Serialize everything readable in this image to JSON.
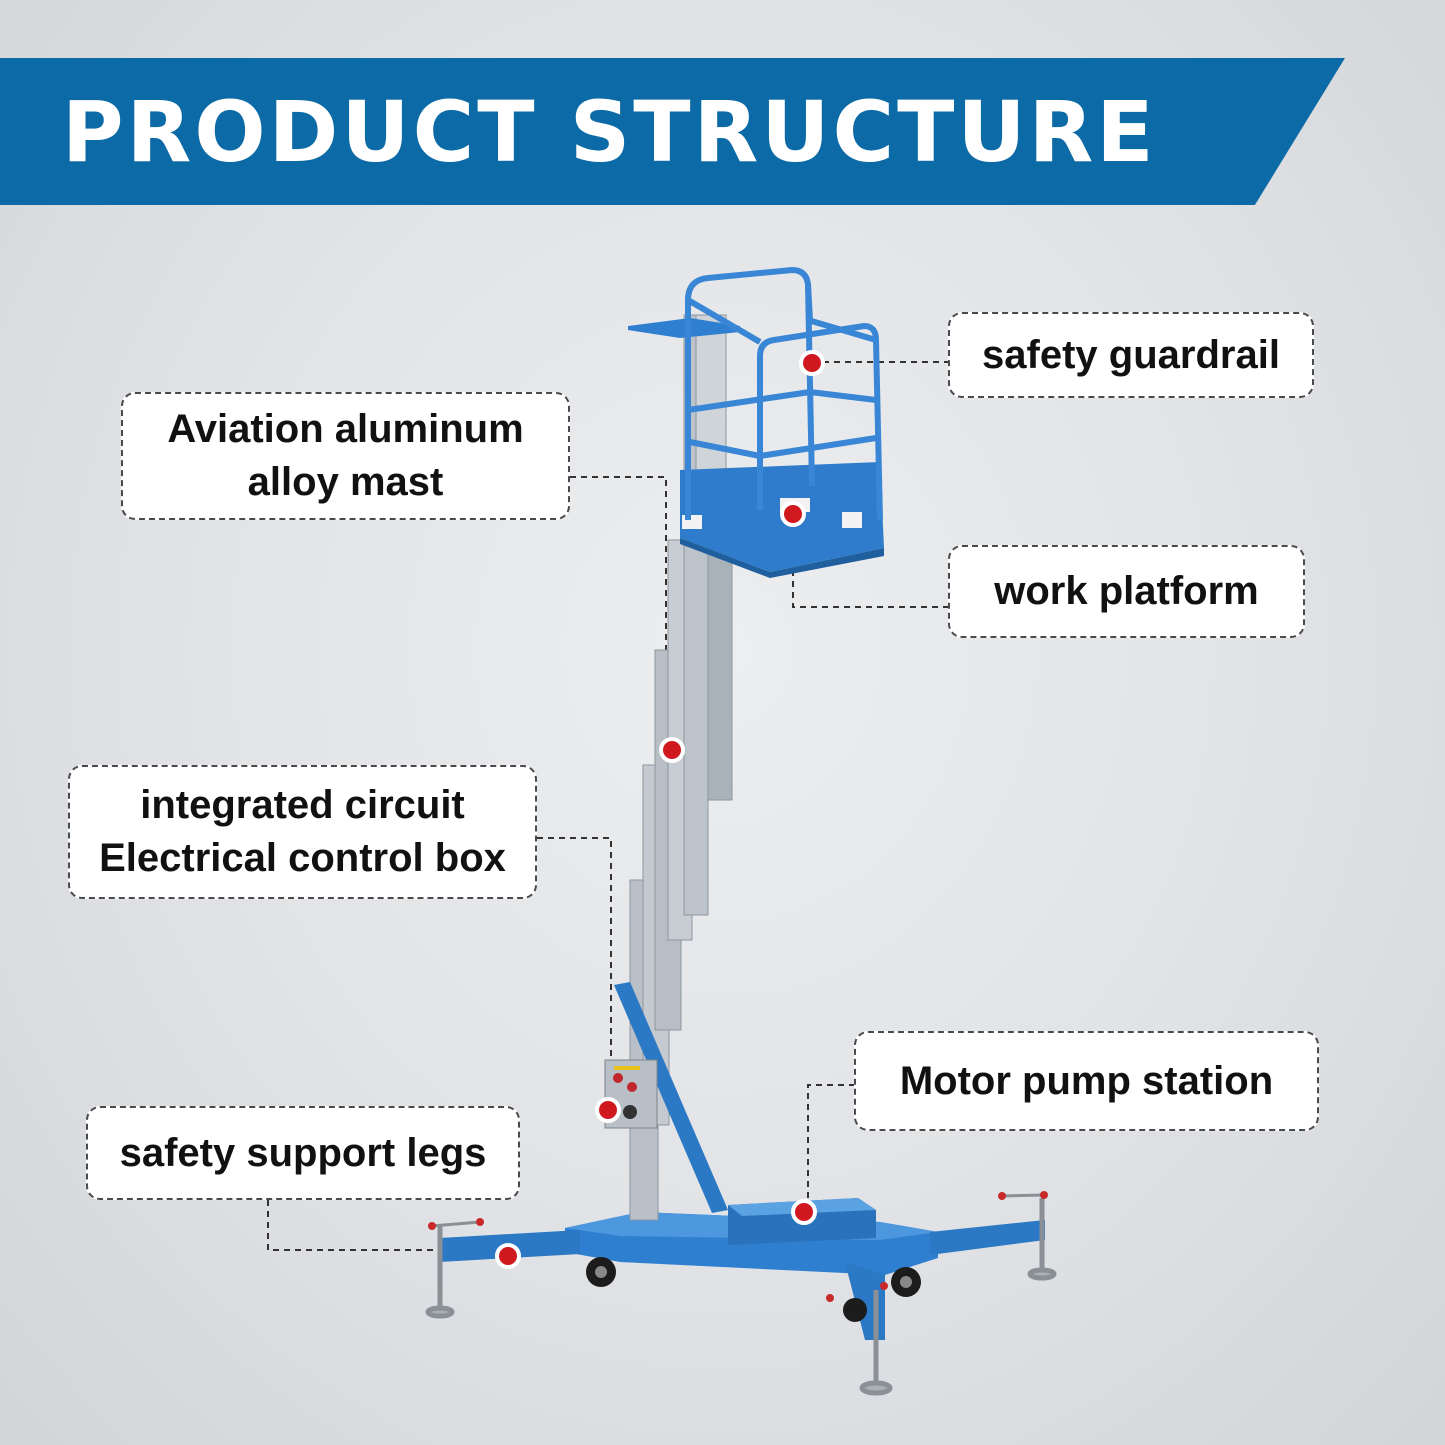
{
  "banner": {
    "title": "PRODUCT STRUCTURE"
  },
  "labels": {
    "safety_guardrail": "safety guardrail",
    "mast_line1": "Aviation aluminum",
    "mast_line2": "alloy mast",
    "work_platform": "work platform",
    "control_box_line1": "integrated circuit",
    "control_box_line2": "Electrical control box",
    "motor_pump": "Motor pump station",
    "support_legs": "safety support legs"
  },
  "colors": {
    "banner": "#0c6aa6",
    "machine_blue": "#2f7fd0",
    "mast_silver": "#b9c0c7",
    "marker_red": "#d0191f"
  }
}
